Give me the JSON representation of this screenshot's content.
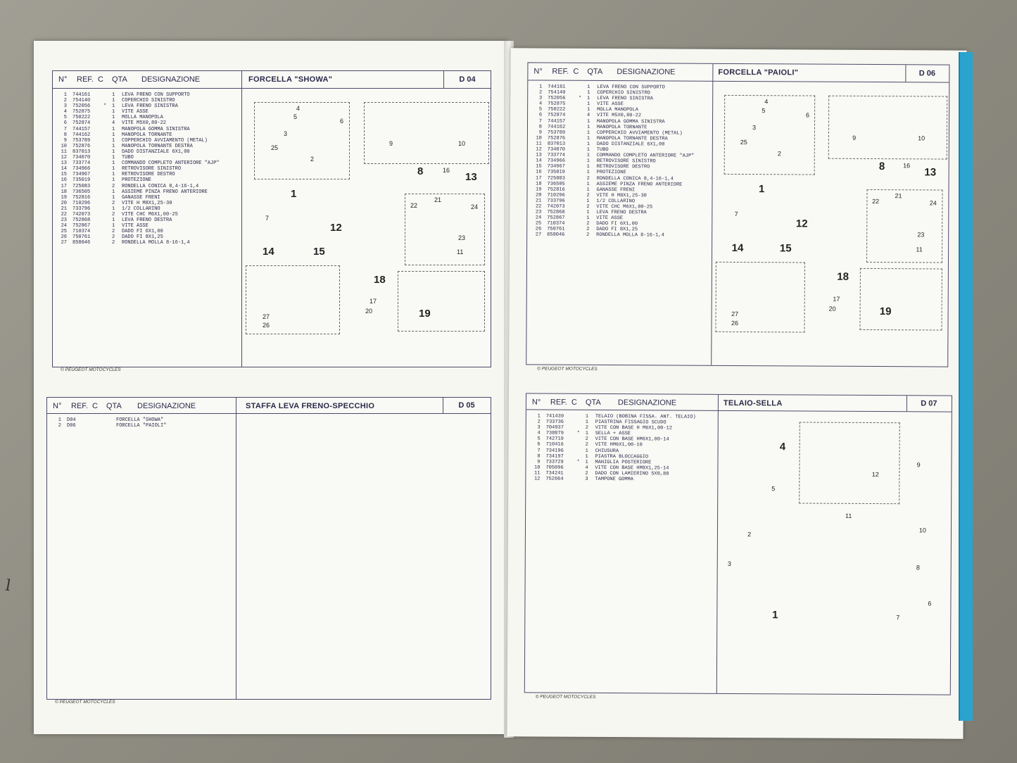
{
  "columns": {
    "n": "N°",
    "ref": "REF.",
    "c": "C",
    "qta": "QTA",
    "des": "DESIGNAZIONE"
  },
  "footer": "PEUGEOT MOTOCYCLES",
  "sheets": {
    "d04": {
      "title": "FORCELLA \"SHOWA\"",
      "code": "D 04",
      "rows": [
        [
          "1",
          "744161",
          "",
          "1",
          "LEVA FRENO CON SUPPORTO"
        ],
        [
          "2",
          "754140",
          "",
          "1",
          "COPERCHIO SINISTRO"
        ],
        [
          "3",
          "752056",
          "*",
          "1",
          "LEVA FRENO SINISTRA"
        ],
        [
          "4",
          "752875",
          "",
          "1",
          "VITE ASSE"
        ],
        [
          "5",
          "750222",
          "",
          "1",
          "MOLLA MANOPOLA"
        ],
        [
          "6",
          "752874",
          "",
          "4",
          "VITE M5X0,80-22"
        ],
        [
          "7",
          "744157",
          "",
          "1",
          "MANOPOLA GOMMA SINISTRA"
        ],
        [
          "8",
          "744162",
          "",
          "1",
          "MANOPOLA TORNANTE"
        ],
        [
          "9",
          "753789",
          "",
          "1",
          "COPPERCHIO AVVIAMENTO (METAL)"
        ],
        [
          "10",
          "752876",
          "",
          "1",
          "MANOPOLA TORNANTE DESTRA"
        ],
        [
          "11",
          "837013",
          "",
          "1",
          "DADO DISTANZIALE 6X1,00"
        ],
        [
          "12",
          "734070",
          "",
          "1",
          "TUBO"
        ],
        [
          "13",
          "733774",
          "",
          "1",
          "COMMANDO COMPLETO ANTERIORE \"AJP\""
        ],
        [
          "14",
          "734966",
          "",
          "1",
          "RETROVISORE SINISTRO"
        ],
        [
          "15",
          "734967",
          "",
          "1",
          "RETROVISORE DESTRO"
        ],
        [
          "16",
          "735019",
          "",
          "1",
          "PROTEZIONE"
        ],
        [
          "17",
          "725083",
          "",
          "2",
          "RONDELLA CONICA 8,4-16-1,4"
        ],
        [
          "18",
          "736505",
          "",
          "1",
          "ASSIEME PINZA FRENO ANTERIORE"
        ],
        [
          "19",
          "752816",
          "",
          "1",
          "GANASSE FRENI"
        ],
        [
          "20",
          "710296",
          "",
          "2",
          "VITE H M8X1,25-30"
        ],
        [
          "21",
          "733796",
          "",
          "1",
          "1/2 COLLARINO"
        ],
        [
          "22",
          "742073",
          "",
          "2",
          "VITE CHC M6X1,00-25"
        ],
        [
          "23",
          "752868",
          "",
          "1",
          "LEVA FRENO DESTRA"
        ],
        [
          "24",
          "752867",
          "",
          "1",
          "VITE ASSE"
        ],
        [
          "25",
          "710374",
          "",
          "2",
          "DADO FI 6X1,00"
        ],
        [
          "26",
          "750761",
          "",
          "2",
          "DADO FI 8X1,25"
        ],
        [
          "27",
          "858046",
          "",
          "2",
          "RONDELLA MOLLA 8-16-1,4"
        ]
      ]
    },
    "d05": {
      "title": "STAFFA LEVA FRENO-SPECCHIO",
      "code": "D 05",
      "rows": [
        [
          "1",
          "D04",
          "",
          "",
          "FORCELLA \"SHOWA\""
        ],
        [
          "2",
          "D06",
          "",
          "",
          "FORCELLA \"PAIOLI\""
        ]
      ]
    },
    "d06": {
      "title": "FORCELLA \"PAIOLI\"",
      "code": "D 06",
      "rows": [
        [
          "1",
          "744161",
          "",
          "1",
          "LEVA FRENO CON SUPPORTO"
        ],
        [
          "2",
          "754140",
          "",
          "1",
          "COPERCHIO SINISTRO"
        ],
        [
          "3",
          "752056",
          "*",
          "1",
          "LEVA FRENO SINISTRA"
        ],
        [
          "4",
          "752875",
          "",
          "1",
          "VITE ASSE"
        ],
        [
          "5",
          "750222",
          "",
          "1",
          "MOLLA MANOPOLA"
        ],
        [
          "6",
          "752874",
          "",
          "4",
          "VITE M5X0,80-22"
        ],
        [
          "7",
          "744157",
          "",
          "1",
          "MANOPOLA GOMMA SINISTRA"
        ],
        [
          "8",
          "744162",
          "",
          "1",
          "MANOPOLA TORNANTE"
        ],
        [
          "9",
          "753789",
          "",
          "1",
          "COPPERCHIO AVVIAMENTO (METAL)"
        ],
        [
          "10",
          "752876",
          "",
          "1",
          "MANOPOLA TORNANTE DESTRA"
        ],
        [
          "11",
          "837013",
          "",
          "1",
          "DADO DISTANZIALE 6X1,00"
        ],
        [
          "12",
          "734070",
          "",
          "1",
          "TUBO"
        ],
        [
          "13",
          "733774",
          "",
          "1",
          "COMMANDO COMPLETO ANTERIORE \"AJP\""
        ],
        [
          "14",
          "734966",
          "",
          "1",
          "RETROVISORE SINISTRO"
        ],
        [
          "15",
          "734967",
          "",
          "1",
          "RETROVISORE DESTRO"
        ],
        [
          "16",
          "735019",
          "",
          "1",
          "PROTEZIONE"
        ],
        [
          "17",
          "725083",
          "",
          "2",
          "RONDELLA CONICA 8,4-16-1,4"
        ],
        [
          "18",
          "736505",
          "",
          "1",
          "ASSIEME PINZA FRENO ANTERIORE"
        ],
        [
          "19",
          "752816",
          "",
          "1",
          "GANASSE FRENI"
        ],
        [
          "20",
          "710296",
          "",
          "2",
          "VITE H M8X1,25-30"
        ],
        [
          "21",
          "733796",
          "",
          "1",
          "1/2 COLLARINO"
        ],
        [
          "22",
          "742073",
          "",
          "2",
          "VITE CHC M6X1,00-25"
        ],
        [
          "23",
          "752868",
          "",
          "1",
          "LEVA FRENO DESTRA"
        ],
        [
          "24",
          "752867",
          "",
          "1",
          "VITE ASSE"
        ],
        [
          "25",
          "710374",
          "",
          "2",
          "DADO FI 6X1,00"
        ],
        [
          "26",
          "750761",
          "",
          "2",
          "DADO FI 8X1,25"
        ],
        [
          "27",
          "858046",
          "",
          "2",
          "RONDELLA MOLLA 8-16-1,4"
        ]
      ]
    },
    "d07": {
      "title": "TELAIO-SELLA",
      "code": "D 07",
      "rows": [
        [
          "1",
          "741439",
          "",
          "1",
          "TELAIO (BOBINA FISSA. ANT. TELAIO)"
        ],
        [
          "2",
          "733736",
          "",
          "1",
          "PIASTRINA FISSAGIO SCUDO"
        ],
        [
          "3",
          "704937",
          "",
          "2",
          "VITE CON BASE H M6X1,00-12"
        ],
        [
          "4",
          "738879",
          "*",
          "1",
          "SELLA + ASSE"
        ],
        [
          "5",
          "742719",
          "",
          "2",
          "VITE CON BASE HM6X1,00-14"
        ],
        [
          "6",
          "710416",
          "",
          "2",
          "VITE HM6X1,00-10"
        ],
        [
          "7",
          "734196",
          "",
          "1",
          "CHIUSURA"
        ],
        [
          "8",
          "734197",
          "",
          "1",
          "PIASTRA BLOCCAGGIO"
        ],
        [
          "9",
          "733729",
          "*",
          "1",
          "MANIGLIA POSTERIORE"
        ],
        [
          "10",
          "705096",
          "",
          "4",
          "VITE CON BASE HM8X1,25-14"
        ],
        [
          "11",
          "734241",
          "",
          "2",
          "DADO CON LAMIERINO 5X0,80"
        ],
        [
          "12",
          "752664",
          "",
          "3",
          "TAMPONE GOMMA"
        ]
      ]
    }
  },
  "callouts_fork": [
    "1",
    "8",
    "12",
    "13",
    "14",
    "15",
    "18",
    "19"
  ],
  "small_fork": [
    "2",
    "3",
    "4",
    "5",
    "6",
    "7",
    "9",
    "10",
    "11",
    "16",
    "17",
    "20",
    "21",
    "22",
    "23",
    "24",
    "25",
    "26",
    "27"
  ],
  "callouts_frame": [
    "1",
    "4"
  ],
  "small_frame": [
    "2",
    "3",
    "5",
    "6",
    "7",
    "8",
    "9",
    "10",
    "11",
    "12"
  ],
  "pencil_mark": "l"
}
